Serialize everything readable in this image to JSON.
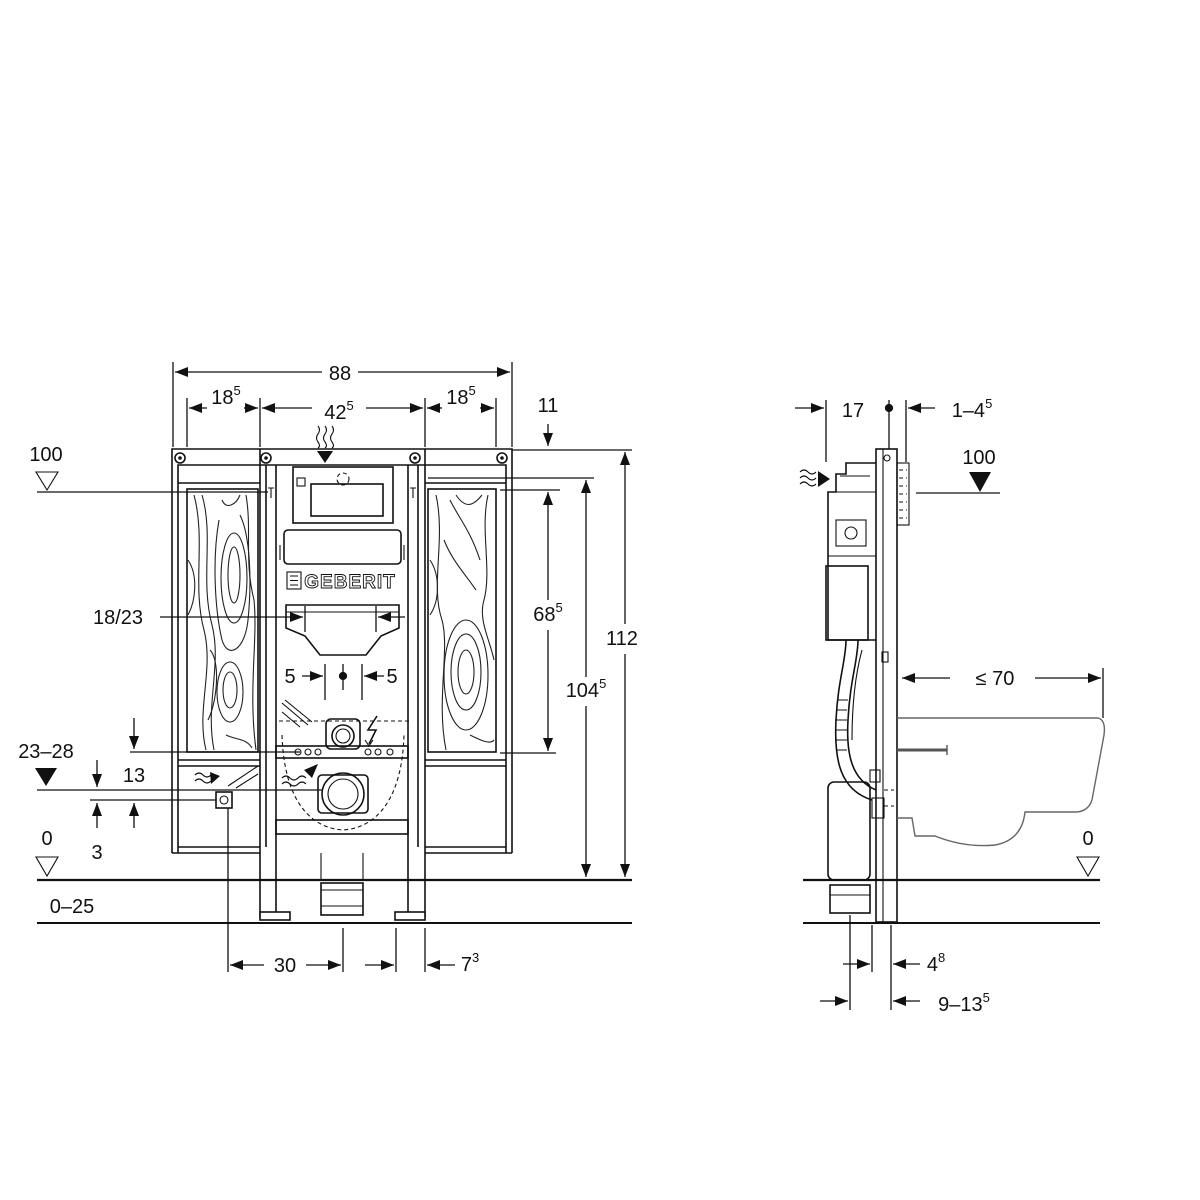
{
  "front_view": {
    "logo_text": "GEBERIT",
    "dimensions": {
      "width_total": "88",
      "width_left": {
        "main": "18",
        "sup": "5"
      },
      "width_center": {
        "main": "42",
        "sup": "5"
      },
      "width_right": {
        "main": "18",
        "sup": "5"
      },
      "top_offset": "11",
      "height_112": "112",
      "height_104": {
        "main": "104",
        "sup": "5"
      },
      "height_68": {
        "main": "68",
        "sup": "5"
      },
      "spacing_18_23": "18/23",
      "offset_left": "5",
      "offset_right": "5",
      "gap_13": "13",
      "gap_3": "3",
      "bottom_30": "30",
      "bottom_7": {
        "main": "7",
        "sup": "3"
      }
    },
    "levels": {
      "level_100": "100",
      "level_23_28": "23–28",
      "level_0": "0",
      "floor_range": "0–25"
    }
  },
  "side_view": {
    "dimensions": {
      "depth_17": "17",
      "offset_1_4": {
        "main": "1–4",
        "sup": "5"
      },
      "projection": "≤ 70",
      "bottom_4": {
        "main": "4",
        "sup": "8"
      },
      "bottom_9_13": {
        "main": "9–13",
        "sup": "5"
      }
    },
    "levels": {
      "level_100": "100",
      "level_0": "0"
    }
  },
  "icons": [
    "level-marker-open-icon",
    "level-marker-filled-icon",
    "water-inlet-icon",
    "power-supply-icon",
    "geberit-logo-icon"
  ],
  "colors": {
    "line": "#111111",
    "background": "#ffffff"
  }
}
